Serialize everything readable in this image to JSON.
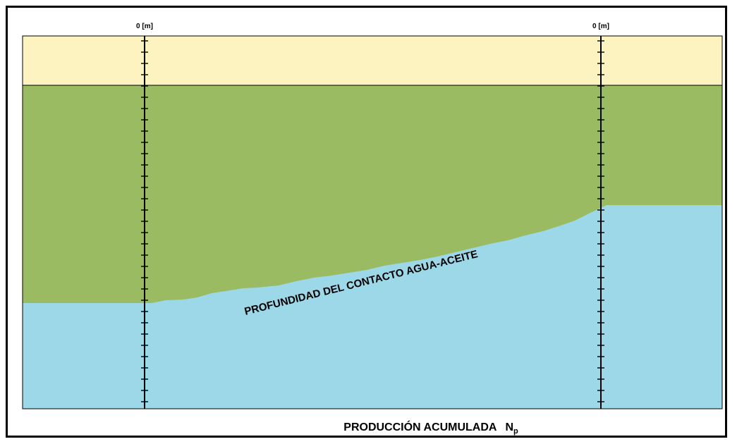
{
  "colors": {
    "upper_zone": "#fdf3c0",
    "oil_zone": "#9bbb62",
    "water_zone": "#9cd8e8",
    "line": "#000000"
  },
  "wells": {
    "left_label": "0 [m]",
    "right_label": "0 [m]"
  },
  "contact_label": "PROFUNDIDAD DEL CONTACTO AGUA-ACEITE",
  "x_axis": {
    "title": "PRODUCCIÓN ACUMULADA",
    "symbol": "N",
    "subscript": "p"
  }
}
